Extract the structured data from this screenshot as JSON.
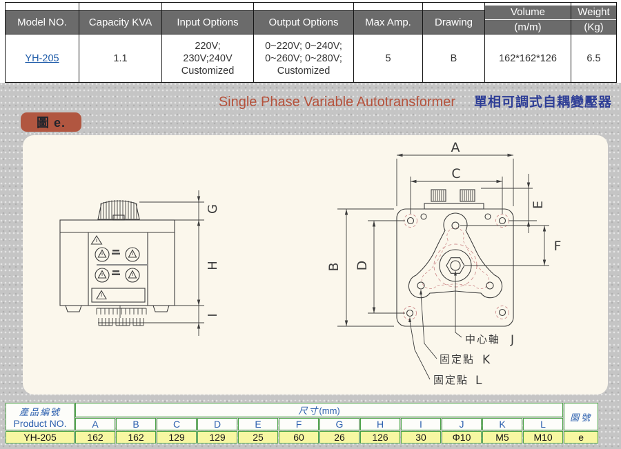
{
  "top_table": {
    "headers": {
      "model": "Model NO.",
      "capacity": "Capacity KVA",
      "input": "Input Options",
      "output": "Output Options",
      "max_amp": "Max Amp.",
      "drawing": "Drawing",
      "volume": "Volume",
      "volume_unit": "(m/m)",
      "weight": "Weight",
      "weight_unit": "(Kg)"
    },
    "row": {
      "model": "YH-205",
      "capacity": "1.1",
      "input1": "220V;",
      "input2": "230V;240V",
      "input3": "Customized",
      "output1": "0~220V; 0~240V;",
      "output2": "0~260V; 0~280V;",
      "output3": "Customized",
      "max_amp": "5",
      "drawing": "B",
      "volume": "162*162*126",
      "weight": "6.5"
    }
  },
  "section": {
    "title_en": "Single Phase Variable Autotransformer",
    "title_zh": "單相可調式自耦變壓器",
    "figure_badge": "圖 e."
  },
  "drawing": {
    "dim_labels": {
      "A": "A",
      "B": "B",
      "C": "C",
      "D": "D",
      "E": "E",
      "F": "F",
      "G": "G",
      "H": "H",
      "I": "I"
    },
    "annotations": {
      "center_axis": "中心軸",
      "center_axis_key": "J",
      "fix_point_1": "固定點",
      "fix_point_1_key": "K",
      "fix_point_2": "固定點",
      "fix_point_2_key": "L"
    }
  },
  "bottom_table": {
    "product_header_zh": "產品編號",
    "product_header_en": "Product NO.",
    "dims_header_zh": "尺寸",
    "dims_header_unit": "(mm)",
    "figure_header": "圖號",
    "columns": [
      "A",
      "B",
      "C",
      "D",
      "E",
      "F",
      "G",
      "H",
      "I",
      "J",
      "K",
      "L"
    ],
    "row": {
      "product": "YH-205",
      "values": [
        "162",
        "162",
        "129",
        "129",
        "25",
        "60",
        "26",
        "126",
        "30",
        "Φ10",
        "M5",
        "M10"
      ],
      "figure": "e"
    }
  },
  "colors": {
    "header_bg": "#6b6b6b",
    "title_red": "#b5523c",
    "title_navy": "#2e3e96",
    "badge_bg": "#b15640",
    "link_blue": "#1f5ca9",
    "table_border_green": "#4ca348",
    "row_yellow": "#f7f7a2",
    "panel_cream": "#fbf7ec",
    "dashed_pink": "#cf8f8f"
  }
}
